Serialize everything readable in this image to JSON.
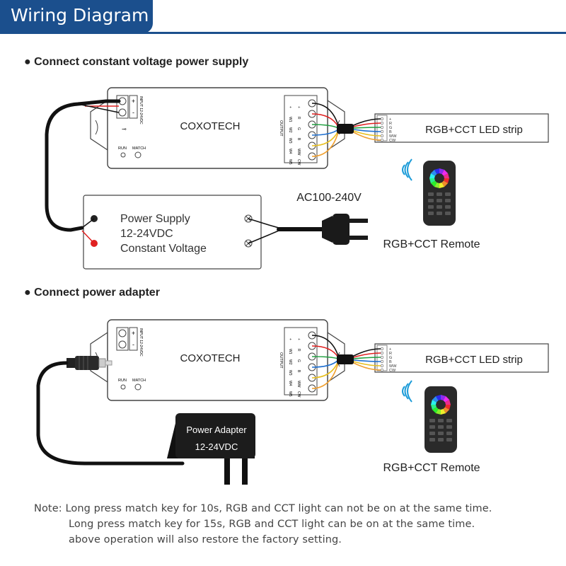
{
  "header": {
    "title": "Wiring Diagram"
  },
  "sections": [
    {
      "title": "Connect constant voltage power supply"
    },
    {
      "title": "Connect power adapter"
    }
  ],
  "controller": {
    "brand": "COXOTECH",
    "input_label": "INPUT 12-24VDC",
    "output_label": "OUTPUT",
    "plus_sign": "+",
    "minus_sign": "-",
    "run_label": "RUN",
    "match_label": "MATCH",
    "terminals": [
      "+",
      "R",
      "G",
      "B",
      "WW",
      "CW"
    ],
    "terminals_inner": [
      "+",
      "W1",
      "W2",
      "W3",
      "W4",
      "W5"
    ]
  },
  "led_strip": {
    "label": "RGB+CCT LED strip",
    "pins": [
      "+",
      "R",
      "G",
      "B",
      "WW",
      "CW"
    ]
  },
  "remote": {
    "label": "RGB+CCT Remote"
  },
  "power_supply": {
    "line1": "Power Supply",
    "line2": "12-24VDC",
    "line3": "Constant Voltage",
    "ac_label": "AC100-240V"
  },
  "adapter": {
    "line1": "Power Adapter",
    "line2": "12-24VDC"
  },
  "note": {
    "label": "Note:",
    "line1": "Long press match key for 10s, RGB and CCT light can not be on at the same time.",
    "line2": "Long press match key for 15s, RGB and CCT light can be on at the same time.",
    "line3": "above operation will also restore the factory setting."
  },
  "colors": {
    "brand_blue": "#1b4f8d",
    "wire_black": "#111111",
    "wire_red": "#e02020",
    "wire_green": "#20a040",
    "wire_blue": "#2070d0",
    "wire_yellow": "#e8c020",
    "wire_orange": "#f0a030"
  }
}
